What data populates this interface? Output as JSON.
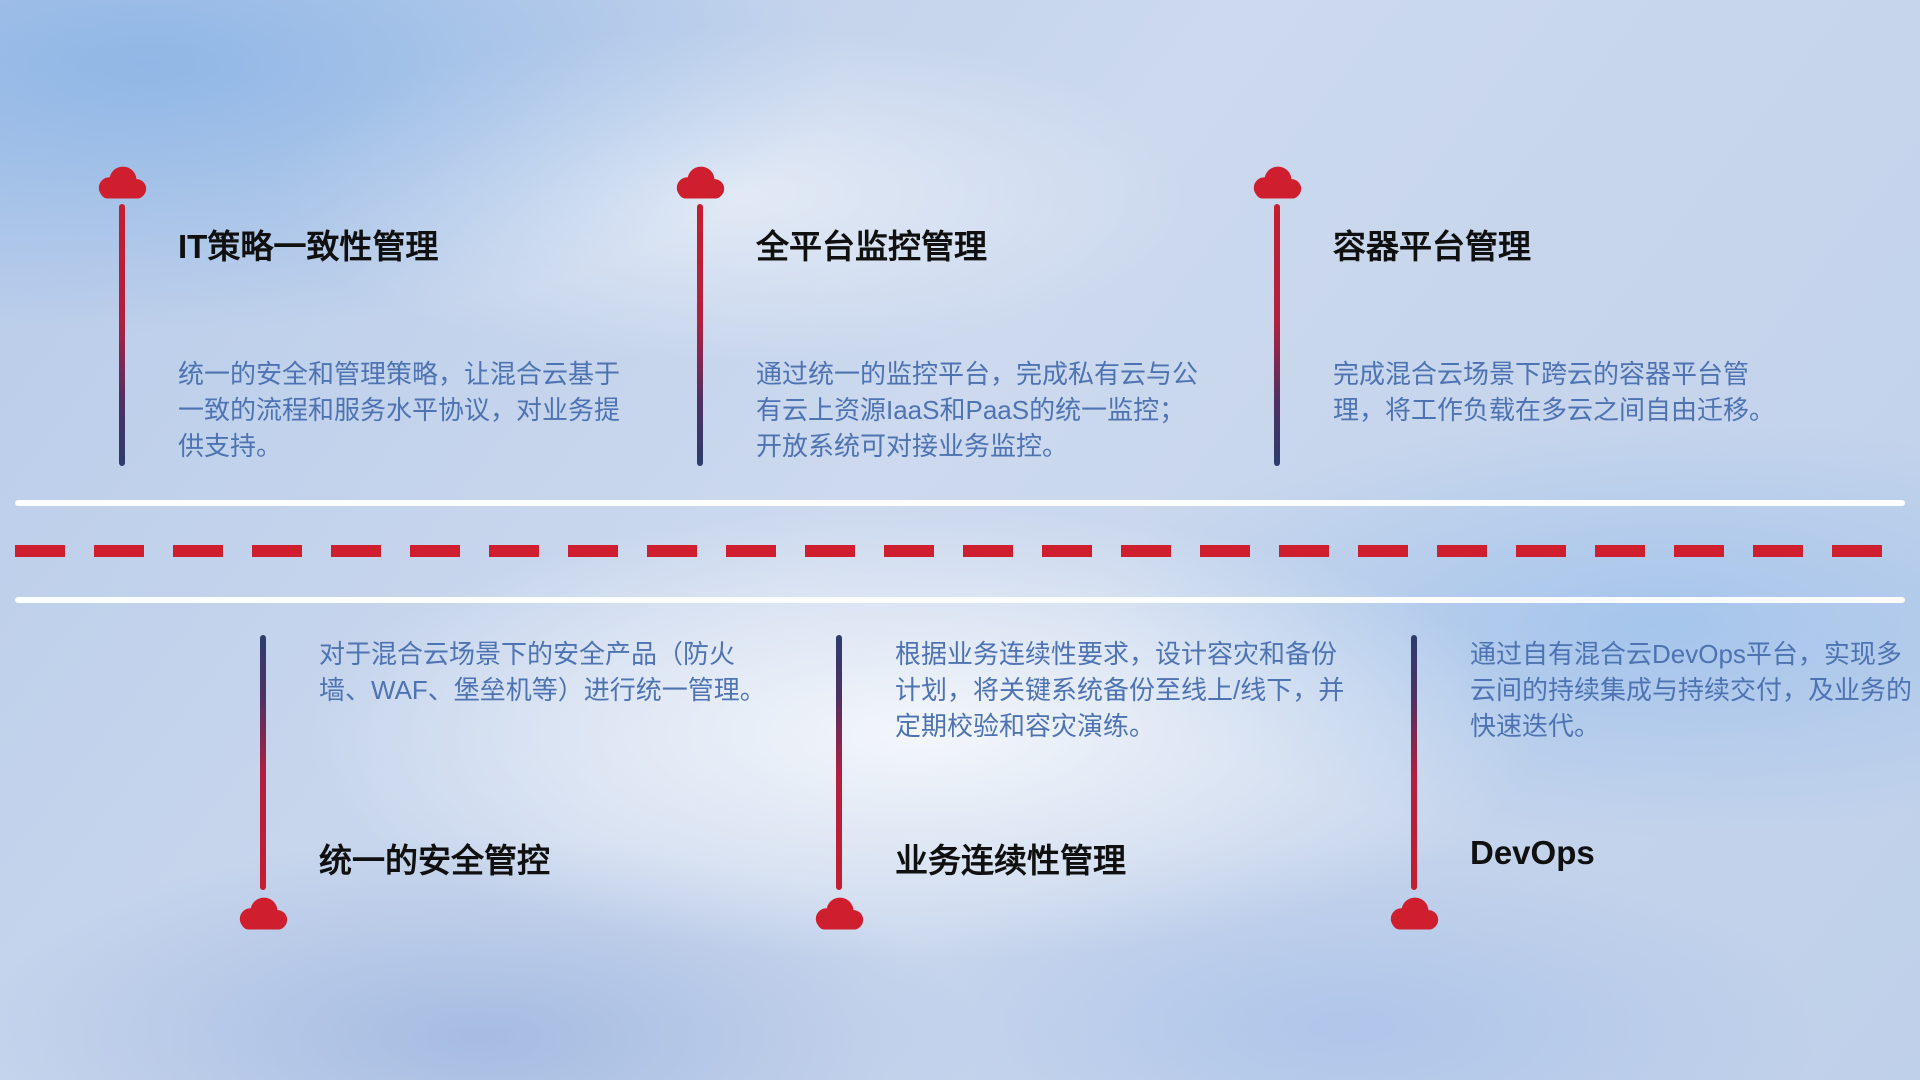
{
  "colors": {
    "red": "#cf1f2e",
    "navy": "#2c3c6e",
    "desc": "#4e73b2",
    "title": "#101010"
  },
  "items_top": [
    {
      "icon": "cloud-icon",
      "title": "IT策略一致性管理",
      "desc": "统一的安全和管理策略，让混合云基于一致的流程和服务水平协议，对业务提供支持。"
    },
    {
      "icon": "cloud-icon",
      "title": "全平台监控管理",
      "desc": "通过统一的监控平台，完成私有云与公有云上资源IaaS和PaaS的统一监控；开放系统可对接业务监控。"
    },
    {
      "icon": "cloud-icon",
      "title": "容器平台管理",
      "desc": "完成混合云场景下跨云的容器平台管理，将工作负载在多云之间自由迁移。"
    }
  ],
  "items_bottom": [
    {
      "icon": "cloud-icon",
      "title": "统一的安全管控",
      "desc": "对于混合云场景下的安全产品（防火墙、WAF、堡垒机等）进行统一管理。"
    },
    {
      "icon": "cloud-icon",
      "title": "业务连续性管理",
      "desc": "根据业务连续性要求，设计容灾和备份计划，将关键系统备份至线上/线下，并定期校验和容灾演练。"
    },
    {
      "icon": "cloud-icon",
      "title": "DevOps",
      "desc": "通过自有混合云DevOps平台，实现多云间的持续集成与持续交付，及业务的快速迭代。"
    }
  ]
}
